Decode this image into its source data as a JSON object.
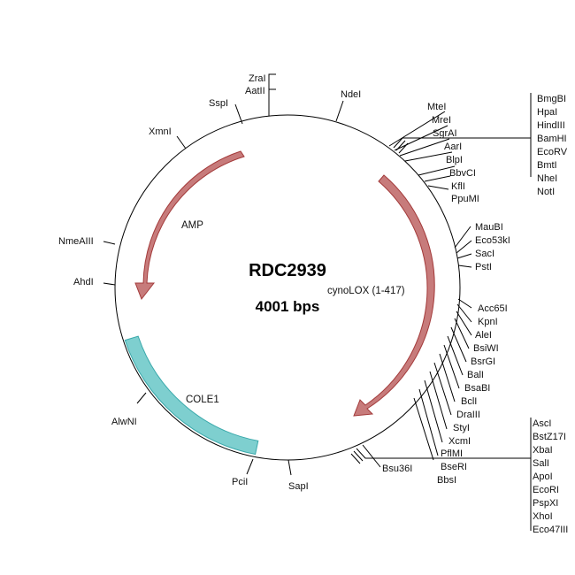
{
  "plasmid": {
    "name": "RDC2939",
    "size_label": "4001 bps"
  },
  "colors": {
    "arrow_fill": "#c77b7b",
    "arrow_stroke": "#a33a3a",
    "cole1_fill": "#7ecfcf",
    "cole1_stroke": "#3aa9ab",
    "backbone": "#000000"
  },
  "features": {
    "amp": "AMP",
    "cynolox": "cynoLOX (1-417)",
    "cole1": "COLE1"
  },
  "single_sites": {
    "zrai": "ZraI",
    "aatii": "AatII",
    "sspi": "SspI",
    "ndei": "NdeI",
    "xmni": "XmnI",
    "mtei": "MteI",
    "mrei": "MreI",
    "sgrai": "SgrAI",
    "aari": "AarI",
    "blpi": "BlpI",
    "bbvci": "BbvCI",
    "kfli": "KflI",
    "ppumi": "PpuMI",
    "nmeaiii": "NmeAIII",
    "ahdi": "AhdI",
    "maubi": "MauBI",
    "eco53ki": "Eco53kI",
    "saci": "SacI",
    "psti": "PstI",
    "acc65i": "Acc65I",
    "kpni": "KpnI",
    "alei": "AleI",
    "bsiwi": "BsiWI",
    "bsrgi": "BsrGI",
    "bali": "BalI",
    "bsabi": "BsaBI",
    "bcli": "BclI",
    "draiii": "DraIII",
    "styi": "StyI",
    "xcmi": "XcmI",
    "pflmi": "PflMI",
    "bseri": "BseRI",
    "bbsi": "BbsI",
    "alwni": "AlwNI",
    "pcii": "PciI",
    "sapi": "SapI",
    "bsu36i": "Bsu36I"
  },
  "mcs_top": [
    "BmgBI",
    "HpaI",
    "HindIII",
    "BamHI",
    "EcoRV",
    "BmtI",
    "NheI",
    "NotI"
  ],
  "mcs_bottom": [
    "AscI",
    "BstZ17I",
    "XbaI",
    "SalI",
    "ApoI",
    "EcoRI",
    "PspXI",
    "XhoI",
    "Eco47III"
  ]
}
